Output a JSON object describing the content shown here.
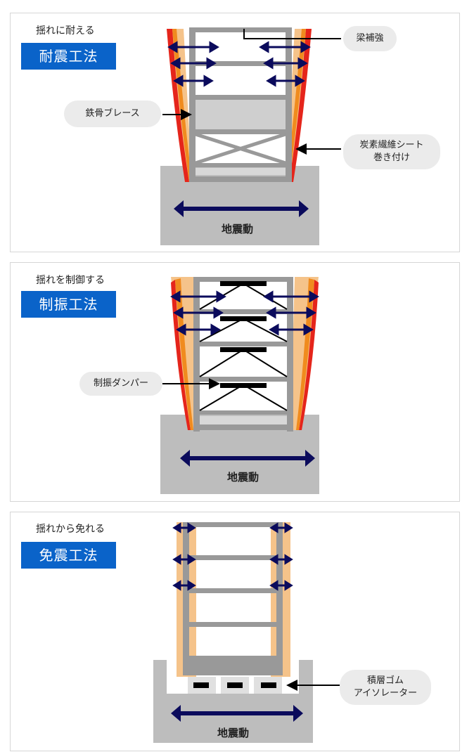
{
  "panels": {
    "taishin": {
      "subtitle": "揺れに耐える",
      "method": "耐震工法",
      "ground": "地震動",
      "labels": {
        "beam": "梁補強",
        "brace": "鉄骨ブレース",
        "carbon": "炭素繊維シート\n巻き付け"
      }
    },
    "seishin": {
      "subtitle": "揺れを制御する",
      "method": "制振工法",
      "ground": "地震動",
      "labels": {
        "damper": "制振ダンパー"
      }
    },
    "menshin": {
      "subtitle": "揺れから免れる",
      "method": "免震工法",
      "ground": "地震動",
      "labels": {
        "isolator": "積層ゴム\nアイソレーター"
      }
    }
  },
  "colors": {
    "badge": "#0a63c9",
    "frame": "#999999",
    "arrow": "#0b0b5c",
    "ground": "#bdbdbd",
    "sway_outer": "#f5c38a",
    "sway_orange": "#f08b1e",
    "sway_red": "#e5251b"
  }
}
